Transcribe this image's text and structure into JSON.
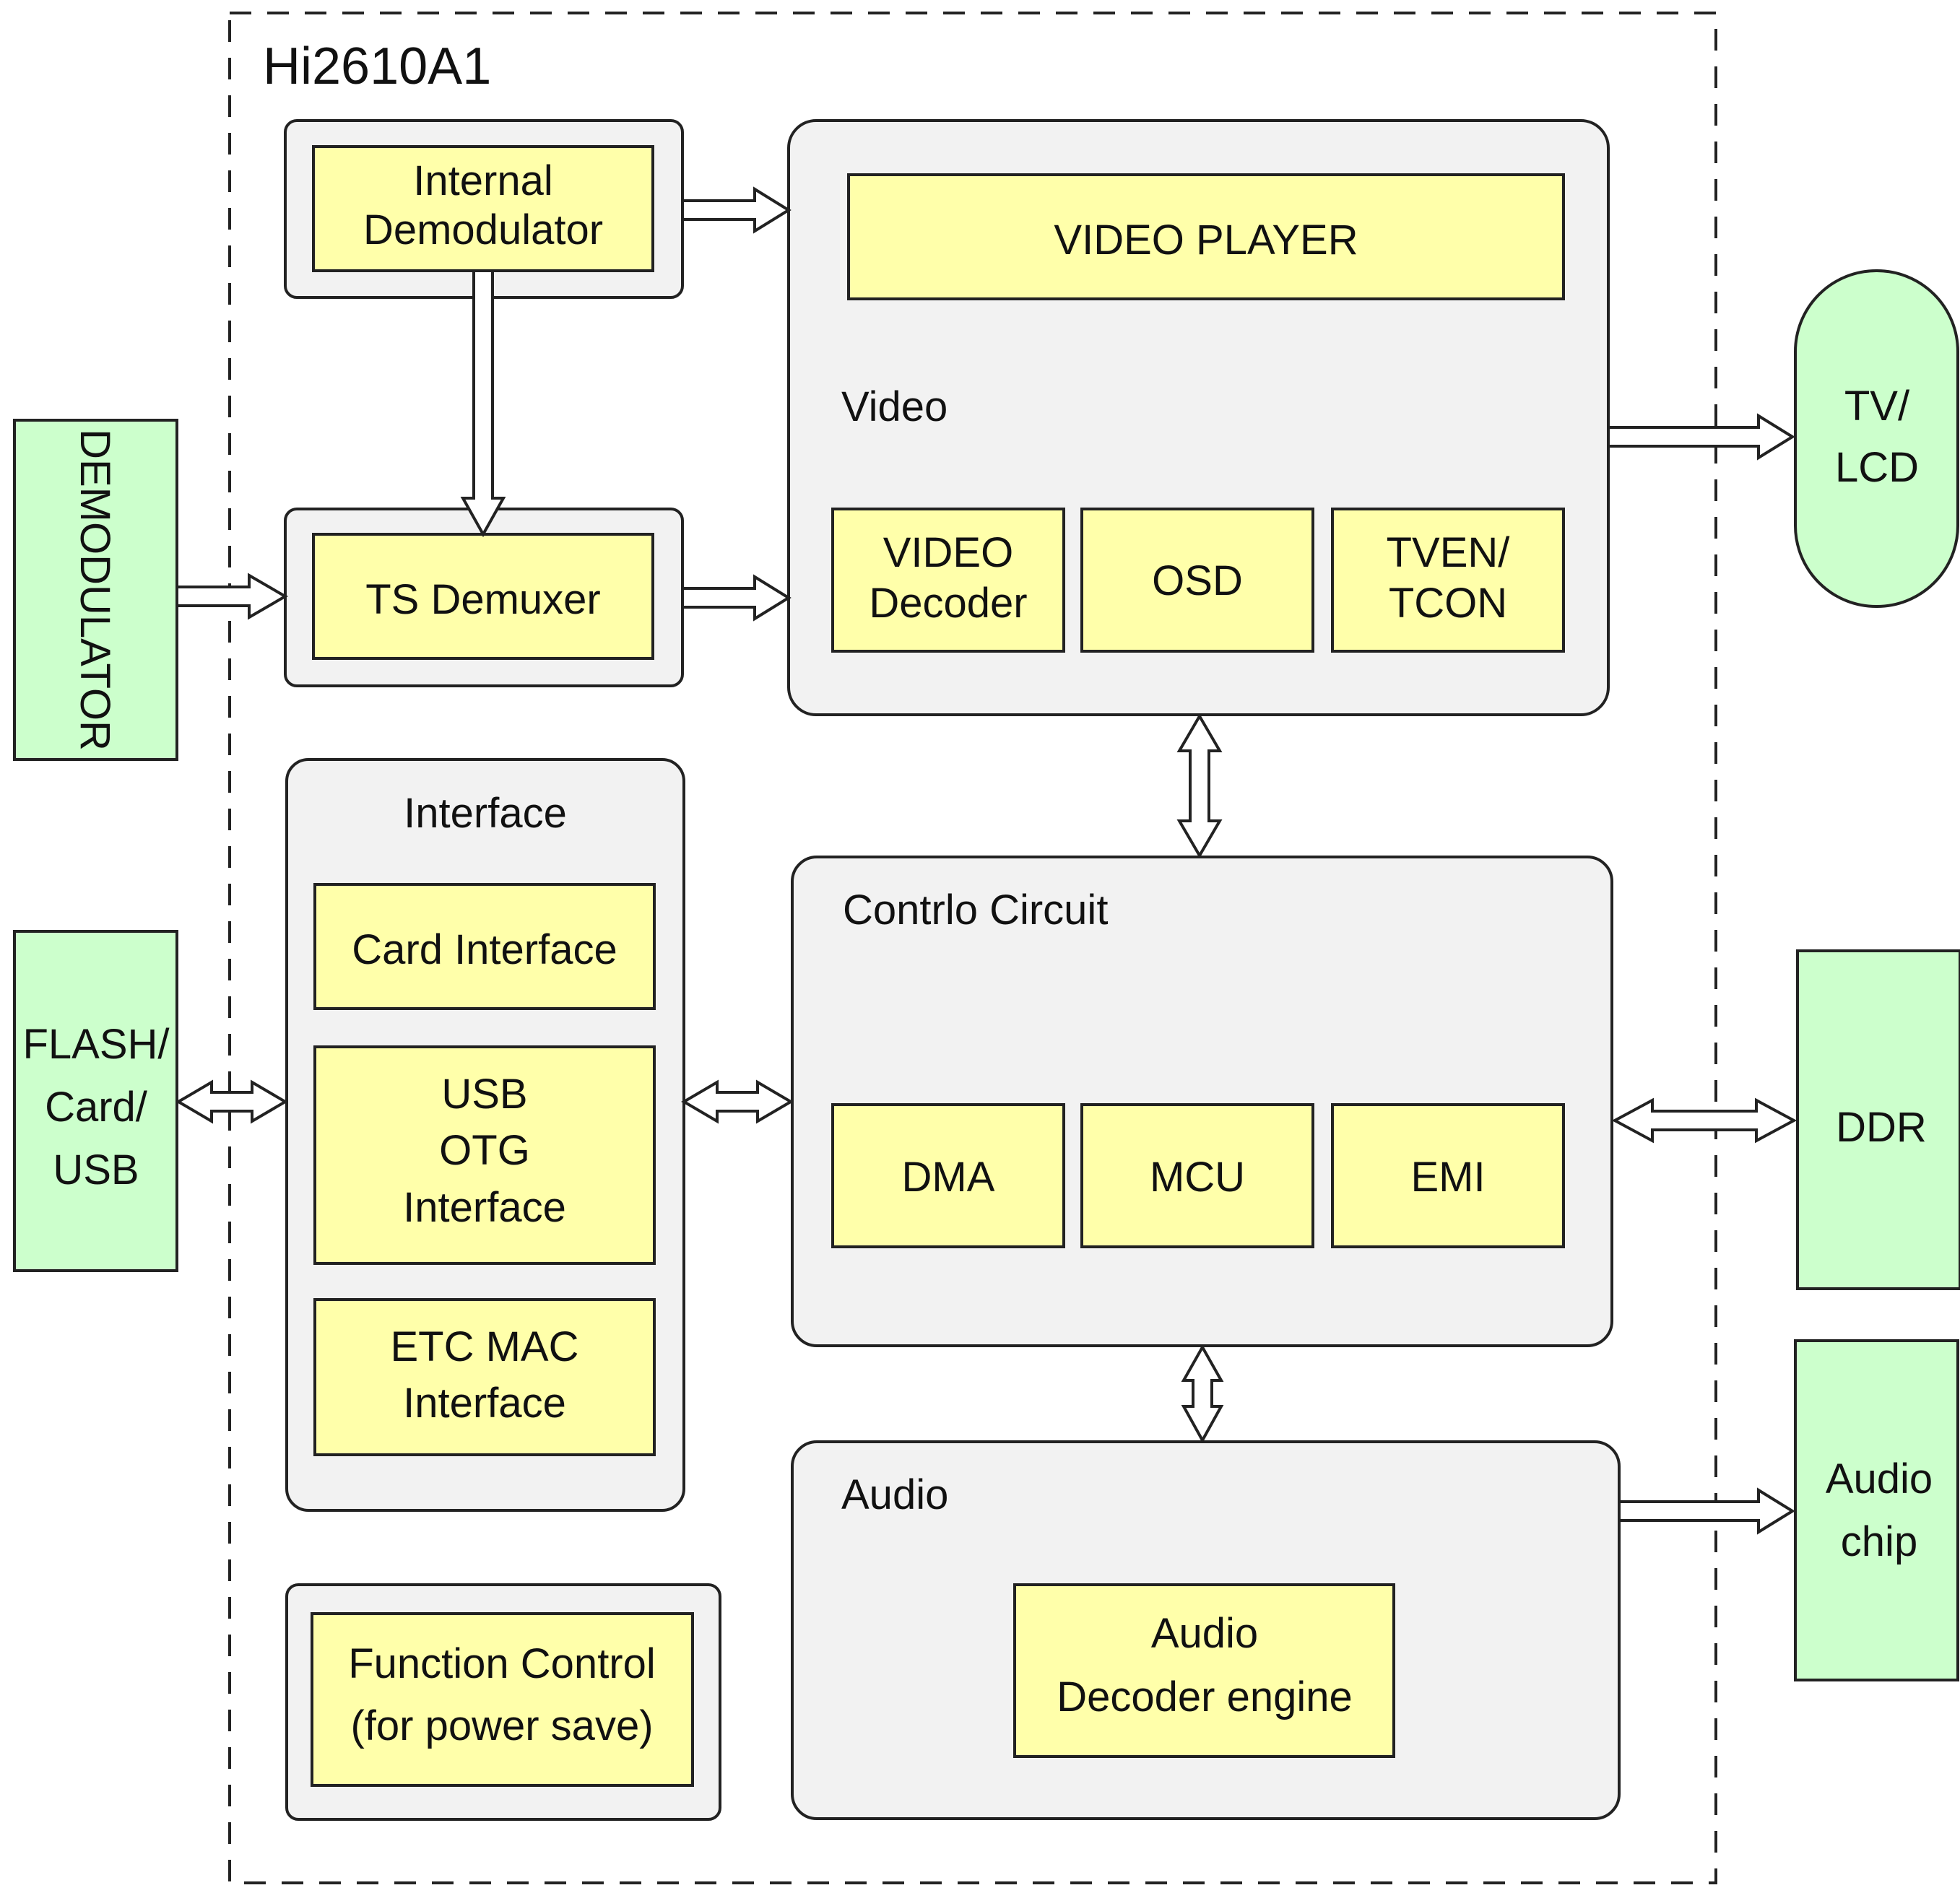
{
  "chip": {
    "title": "Hi2610A1"
  },
  "external": {
    "demodulator": "DEMODULATOR",
    "flash": [
      "FLASH/",
      "Card/",
      "USB"
    ],
    "tv_lcd": [
      "TV/",
      "LCD"
    ],
    "ddr": "DDR",
    "audio_chip": [
      "Audio",
      "chip"
    ]
  },
  "blocks": {
    "internal_demodulator": [
      "Internal",
      "Demodulator"
    ],
    "ts_demuxer": "TS Demuxer",
    "video_player": "VIDEO PLAYER",
    "video_decoder": [
      "VIDEO",
      "Decoder"
    ],
    "osd": "OSD",
    "tven_tcon": [
      "TVEN/",
      "TCON"
    ],
    "card_interface": "Card Interface",
    "usb_otg": [
      "USB",
      "OTG",
      "Interface"
    ],
    "etc_mac": [
      "ETC MAC",
      "Interface"
    ],
    "dma": "DMA",
    "mcu": "MCU",
    "emi": "EMI",
    "audio_decoder": [
      "Audio",
      "Decoder engine"
    ],
    "function_control": [
      "Function Control",
      "(for power save)"
    ]
  },
  "groups": {
    "video": "Video",
    "interface": "Interface",
    "control": "Contrlo Circuit",
    "audio": "Audio"
  },
  "colors": {
    "module": "#ffffaa",
    "group": "#f2f2f2",
    "external": "#ccffcc",
    "outline": "#222222"
  }
}
